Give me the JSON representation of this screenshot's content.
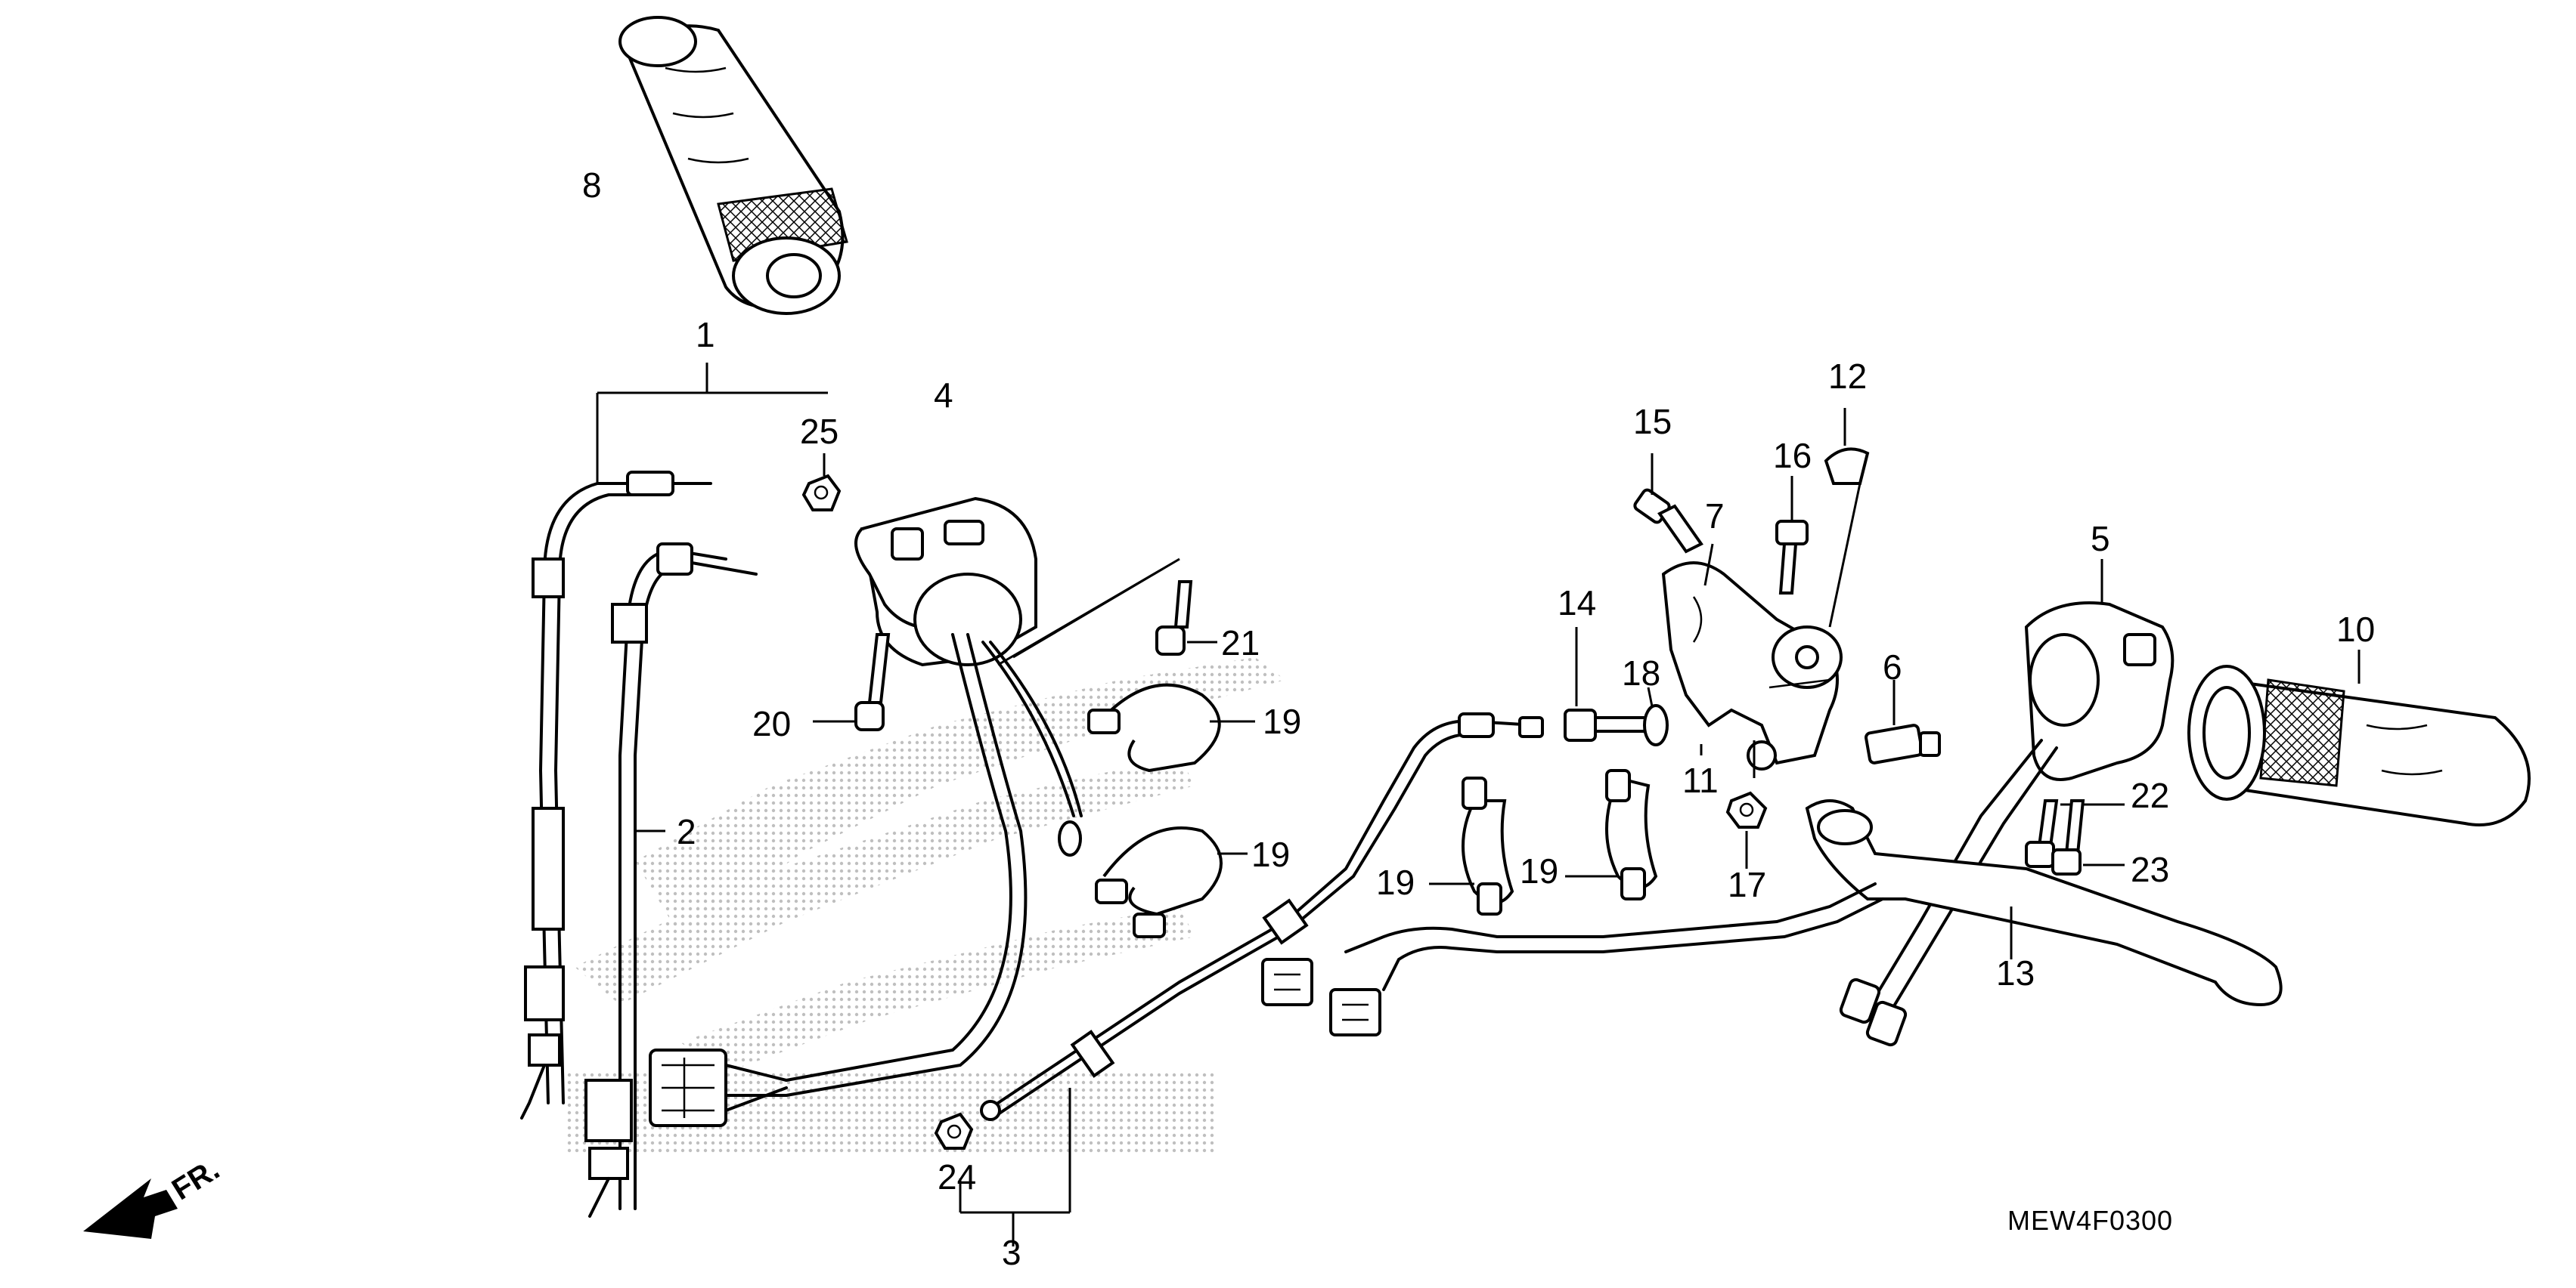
{
  "callouts": {
    "c1": "1",
    "c2": "2",
    "c3": "3",
    "c4": "4",
    "c5": "5",
    "c6": "6",
    "c7": "7",
    "c8": "8",
    "c10": "10",
    "c11": "11",
    "c12": "12",
    "c13": "13",
    "c14": "14",
    "c15": "15",
    "c16": "16",
    "c17": "17",
    "c18": "18",
    "c19a": "19",
    "c19b": "19",
    "c19c": "19",
    "c19d": "19",
    "c20": "20",
    "c21": "21",
    "c22": "22",
    "c23": "23",
    "c24": "24",
    "c25": "25"
  },
  "diagram_code": "MEW4F0300",
  "front_label": "FR.",
  "colors": {
    "ink": "#000000",
    "background": "#ffffff",
    "watermark_dots": "#b0b0b0"
  }
}
